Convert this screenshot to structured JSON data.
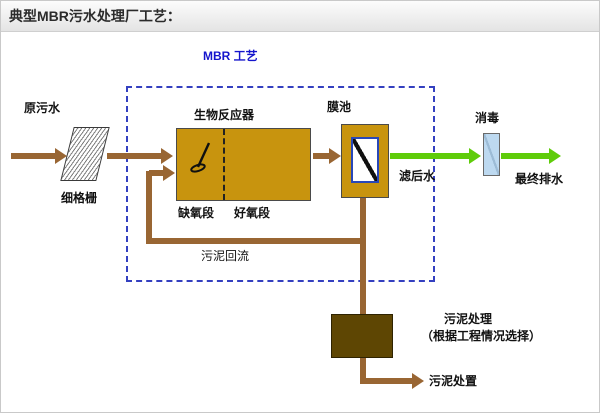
{
  "header": {
    "title": "典型MBR污水处理厂工艺："
  },
  "labels": {
    "mbr_zone": "MBR 工艺",
    "raw_water": "原污水",
    "fine_screen": "细格栅",
    "bioreactor": "生物反应器",
    "anoxic": "缺氧段",
    "aerobic": "好氧段",
    "membrane_tank": "膜池",
    "filtered_water": "滤后水",
    "disinfection": "消毒",
    "final_discharge": "最终排水",
    "sludge_return": "污泥回流",
    "sludge_treatment": "污泥处理",
    "sludge_treatment_note": "（根据工程情况选择）",
    "sludge_disposal": "污泥处置"
  },
  "colors": {
    "flow_brown": "#996633",
    "clean_water_green": "#5fcc0a",
    "tank_gold": "#c8940e",
    "sludge_dark_brown": "#5e4603",
    "mbr_border_blue": "#3440c0",
    "mbr_text_blue": "#1414cc",
    "disinfection_blue": "#bdd9f0"
  }
}
